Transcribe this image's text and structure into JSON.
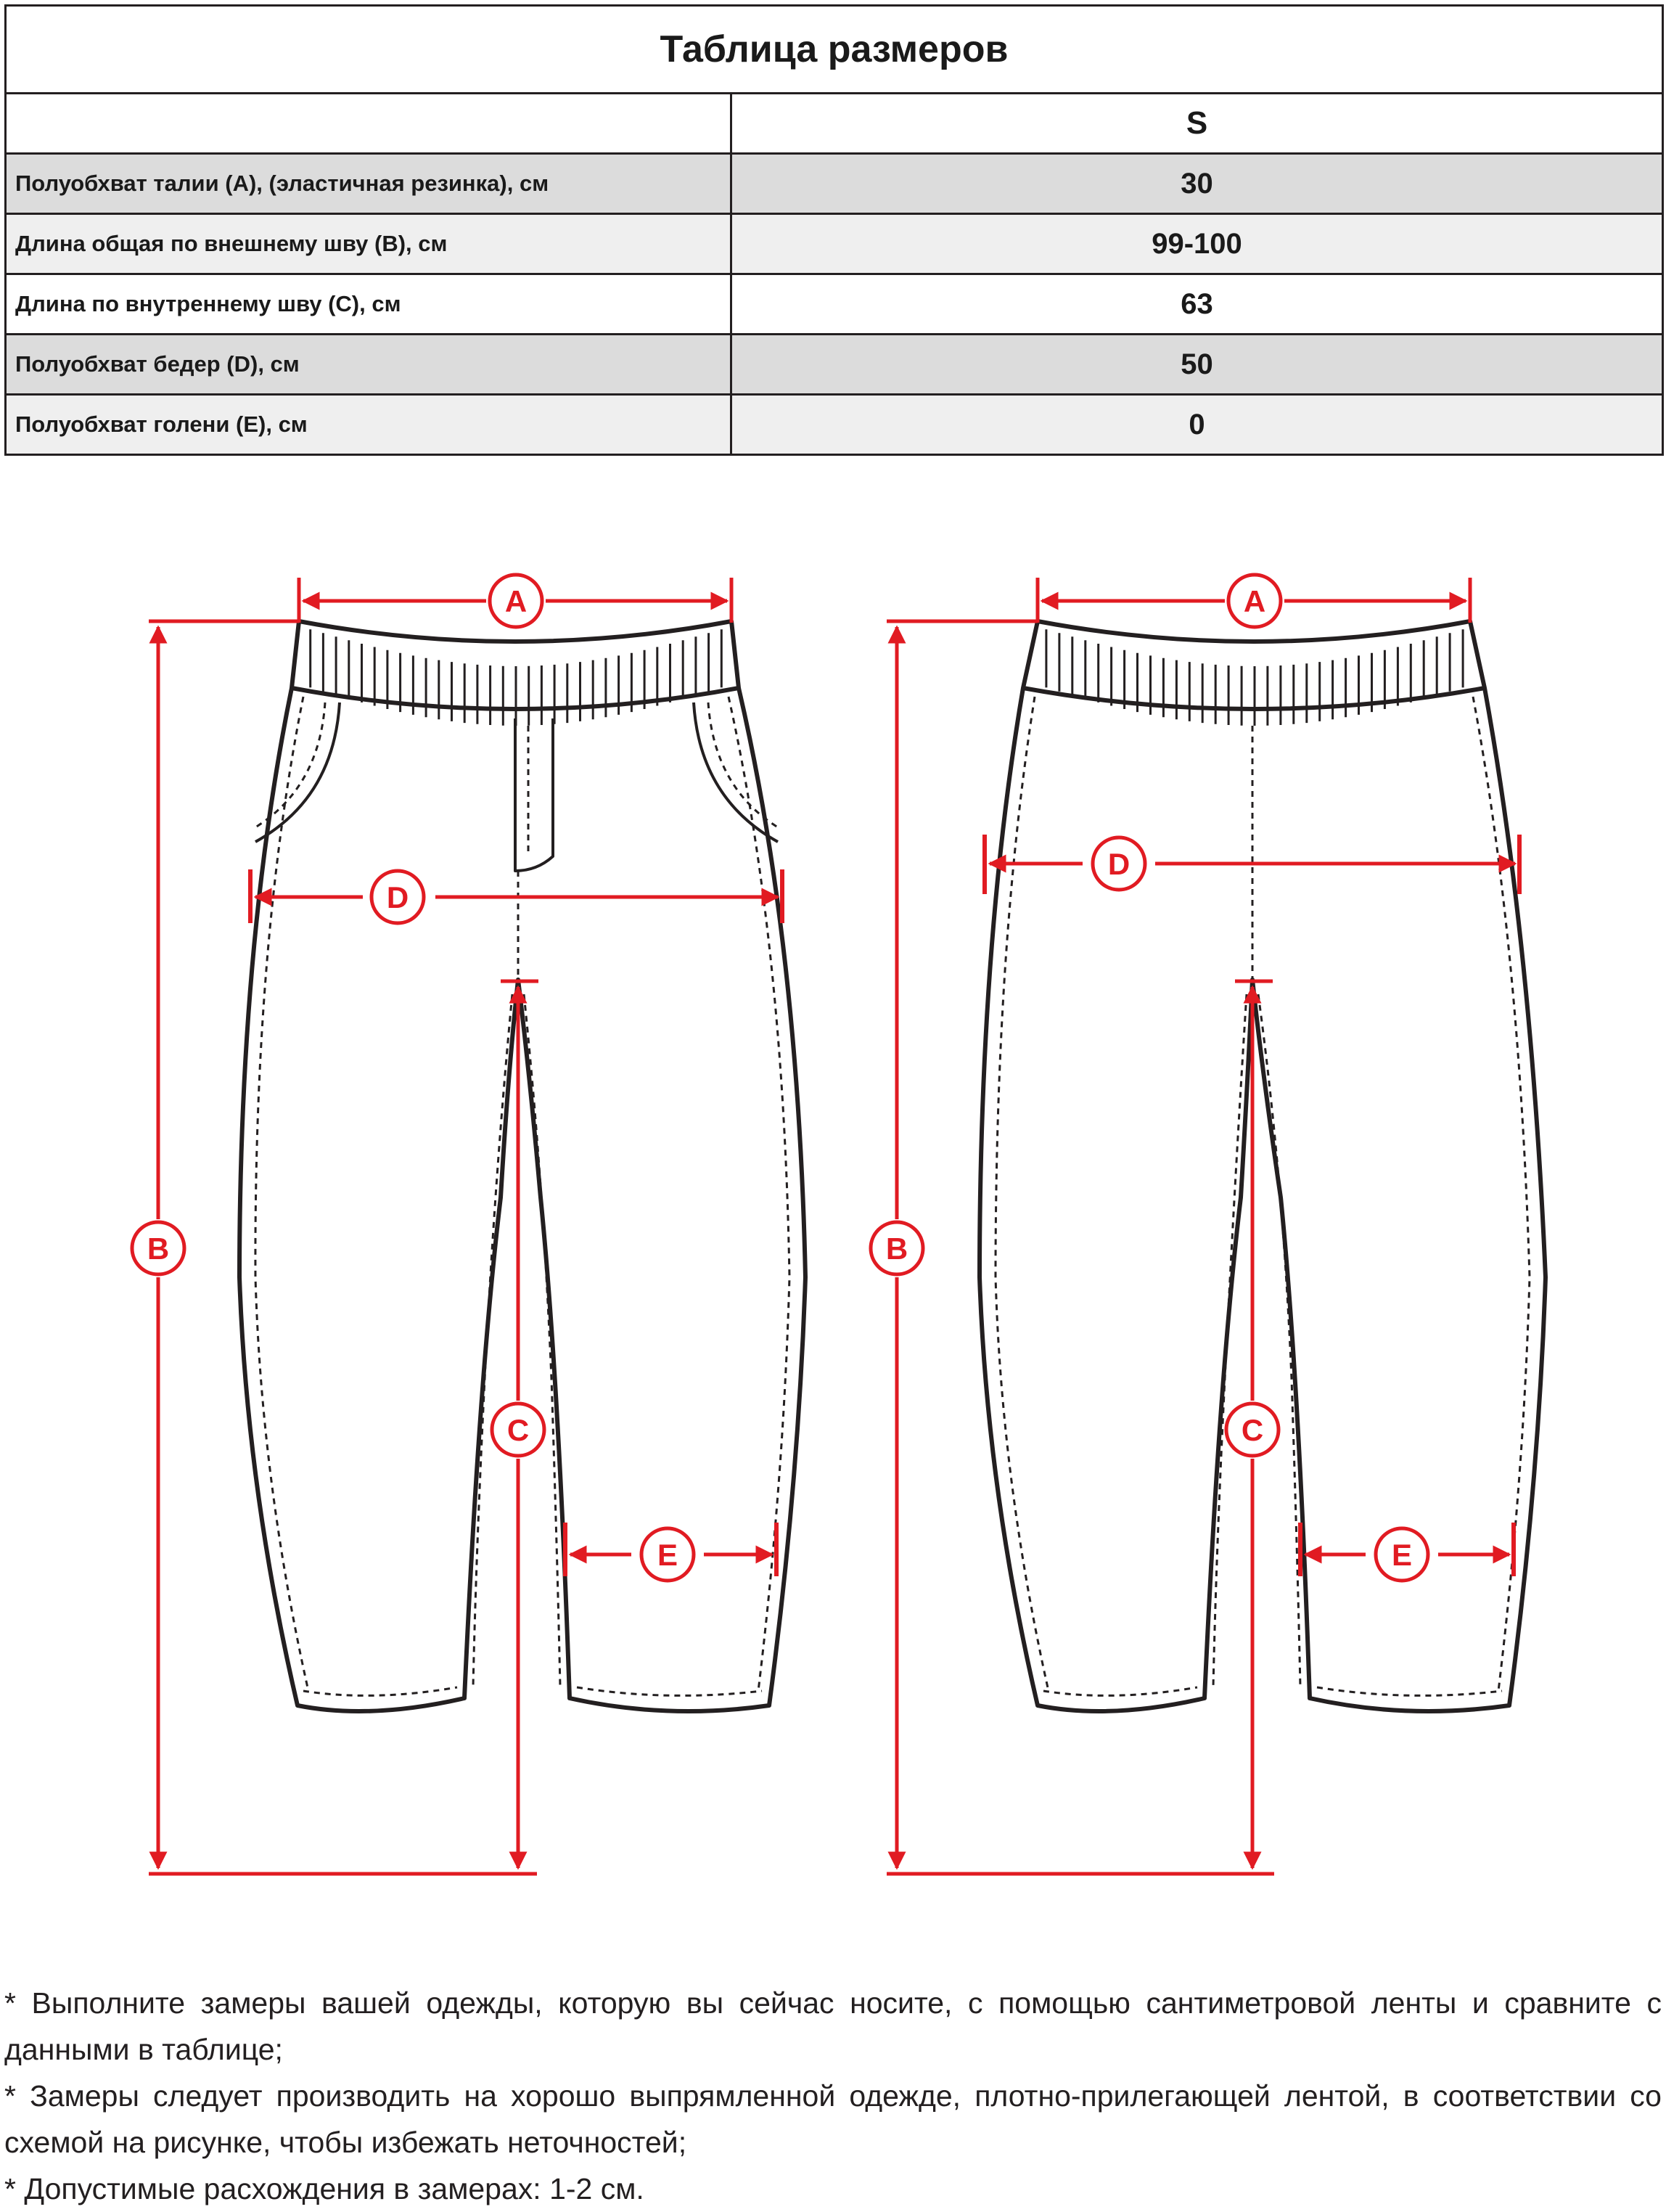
{
  "table": {
    "title": "Таблица размеров",
    "size_label": "S",
    "rows": [
      {
        "label": "Полуобхват  талии (A), (эластичная резинка), см",
        "value": "30"
      },
      {
        "label": "Длина общая по внешнему шву (B), см",
        "value": "99-100"
      },
      {
        "label": "Длина по внутреннему шву (C), см",
        "value": "63"
      },
      {
        "label": "Полуобхват бедер (D), см",
        "value": "50"
      },
      {
        "label": "Полуобхват голени (E), см",
        "value": "0"
      }
    ]
  },
  "diagram": {
    "markers": [
      "A",
      "B",
      "C",
      "D",
      "E"
    ],
    "colors": {
      "measure": "#e11b22",
      "outline": "#231f20"
    }
  },
  "notes": [
    "* Выполните замеры вашей одежды, которую вы сейчас носите, с помощью сантиметровой ленты и сравните с данными в таблице;",
    "* Замеры следует производить на хорошо выпрямленной одежде, плотно-прилегающей лентой, в соответствии со схемой на рисунке, чтобы избежать неточностей;",
    "* Допустимые расхождения в замерах: 1-2 см."
  ]
}
